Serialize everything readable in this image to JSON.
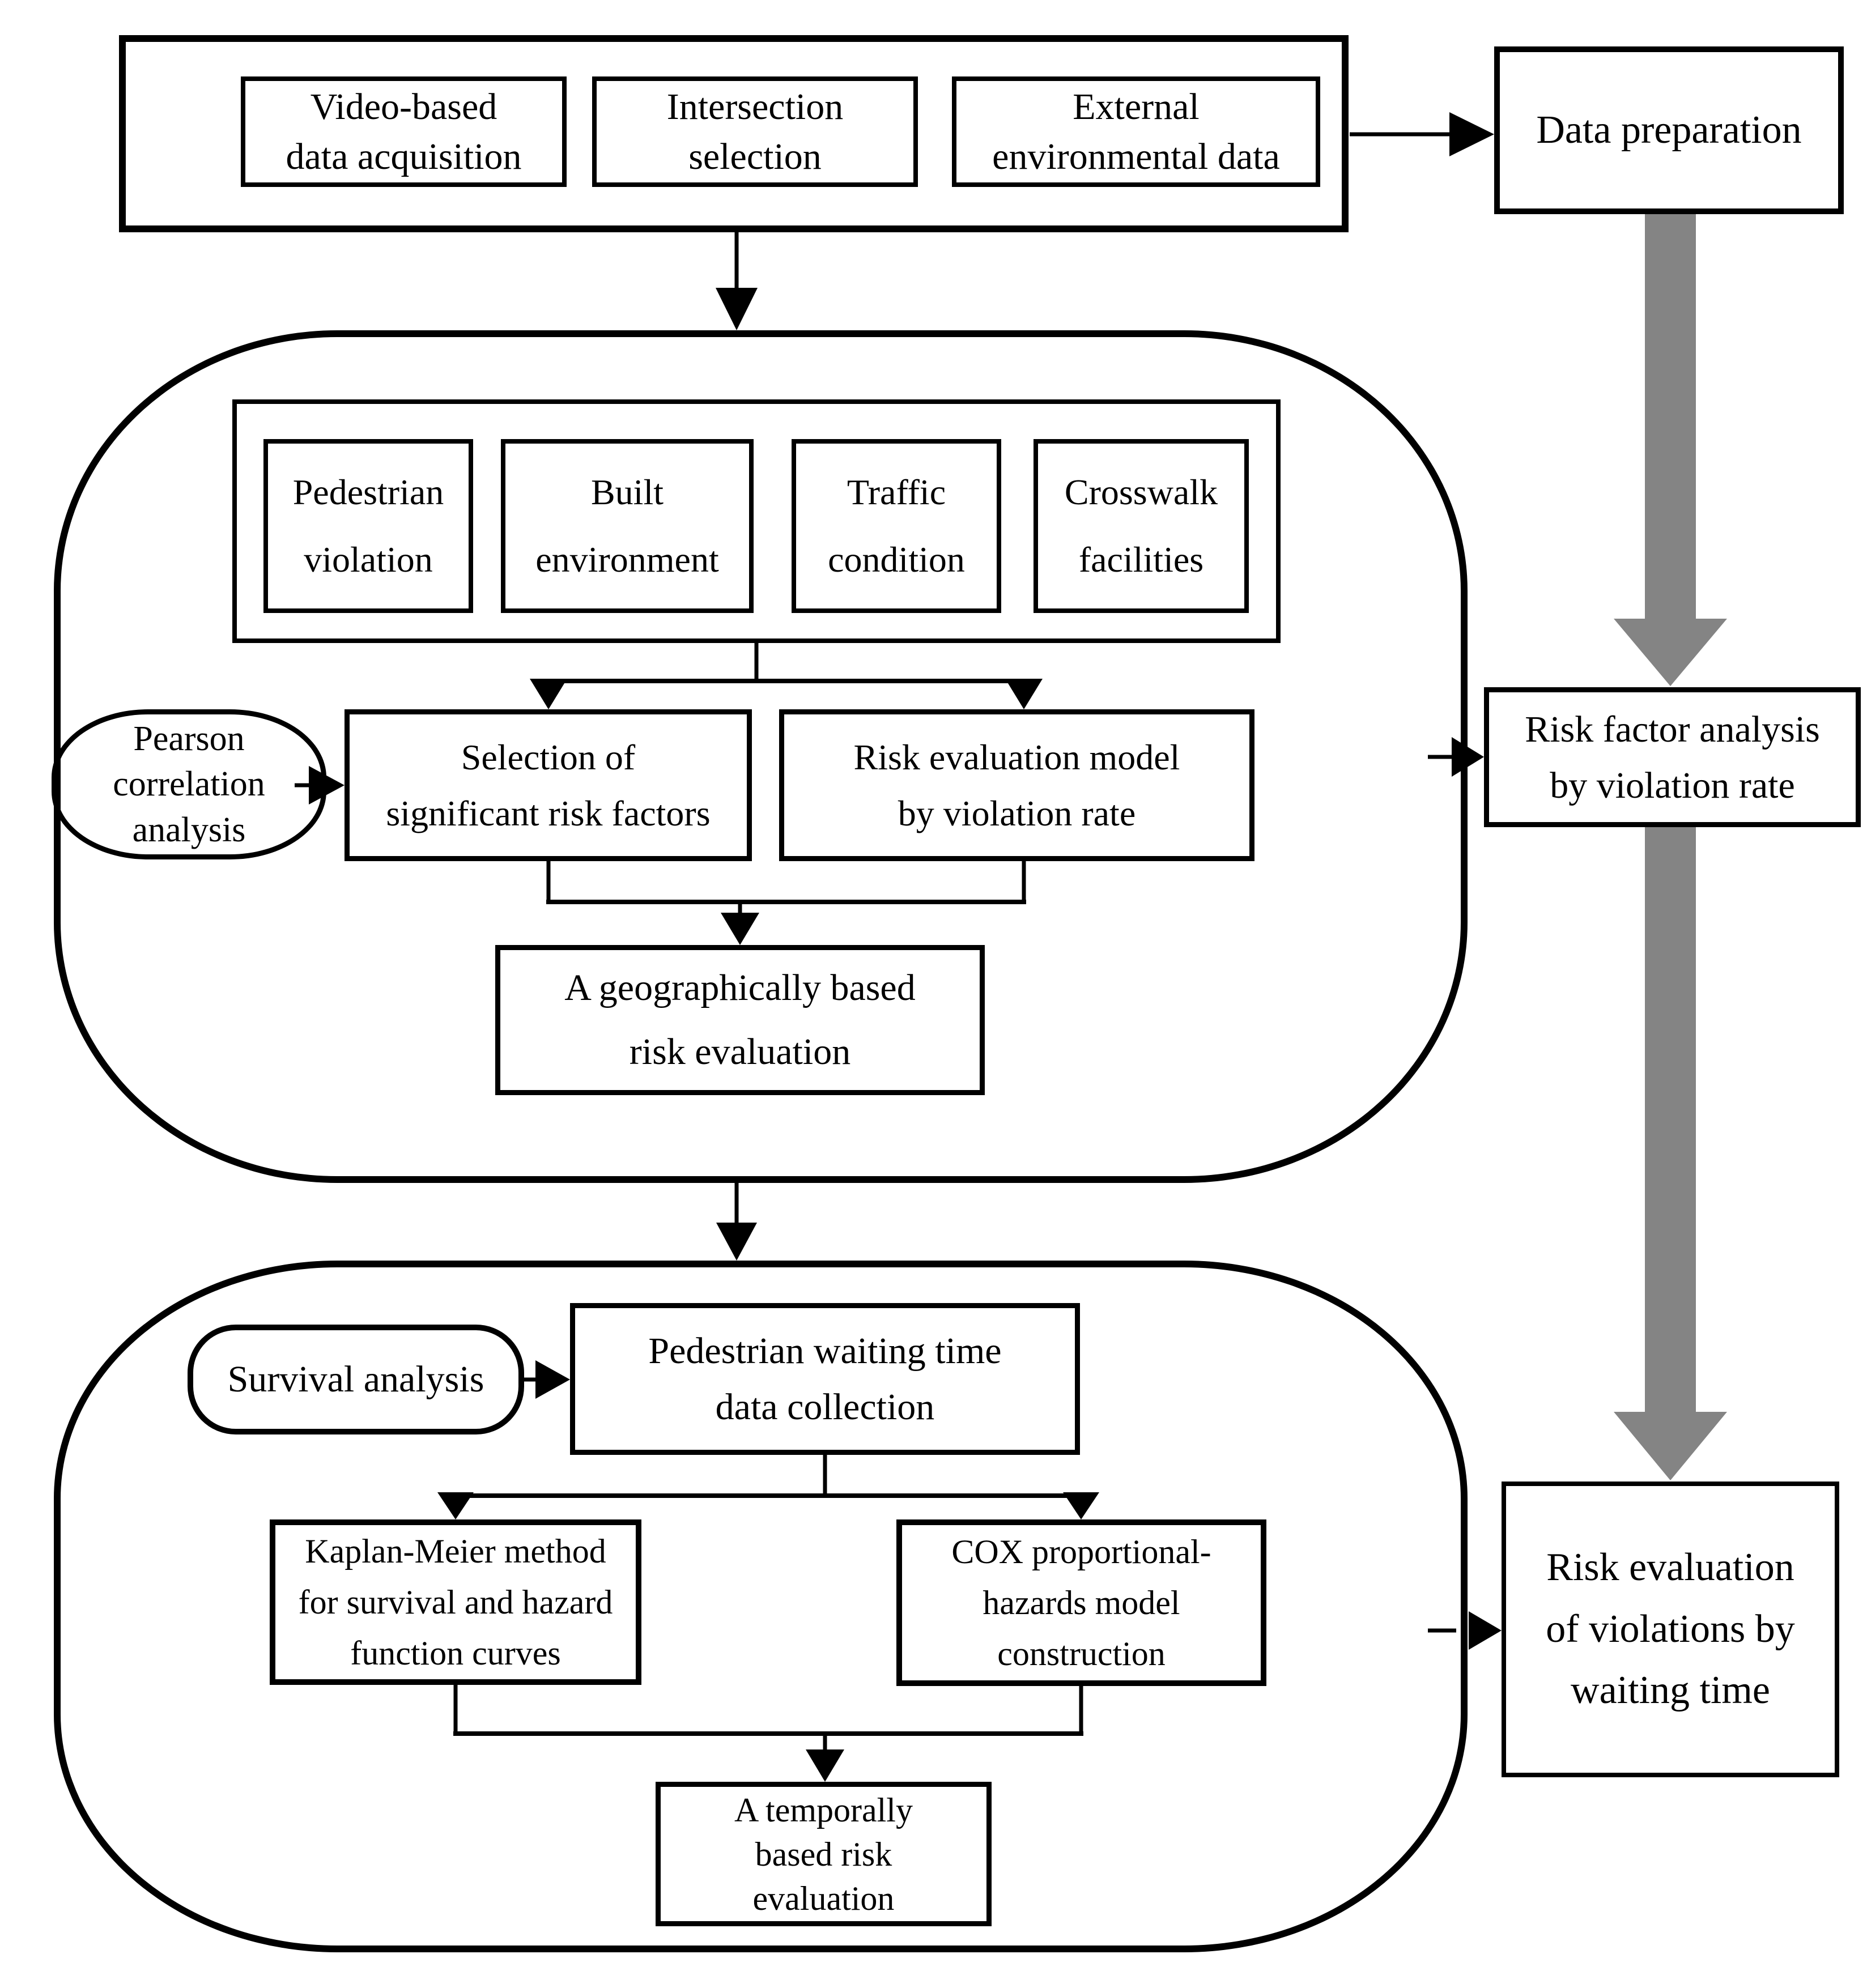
{
  "diagram": {
    "top_inputs": [
      "Video-based\ndata acquisition",
      "Intersection\nselection",
      "External\nenvironmental data"
    ],
    "right_column": {
      "data_preparation": "Data preparation",
      "risk_factor_analysis": "Risk factor analysis\nby violation rate",
      "risk_evaluation_by_waiting": "Risk evaluation\nof violations by\nwaiting time"
    },
    "stage1": {
      "factors": [
        "Pedestrian\nviolation",
        "Built\nenvironment",
        "Traffic\ncondition",
        "Crosswalk\nfacilities"
      ],
      "pearson": "Pearson\ncorrelation\nanalysis",
      "selection": "Selection of\nsignificant risk factors",
      "risk_model": "Risk evaluation model\nby violation rate",
      "geographic": "A geographically based\nrisk evaluation"
    },
    "stage2": {
      "survival": "Survival analysis",
      "waiting": "Pedestrian waiting time\ndata collection",
      "kaplan": "Kaplan-Meier method\nfor survival and hazard\nfunction curves",
      "cox": "COX proportional-\nhazards model\nconstruction",
      "temporal": "A temporally\nbased risk\nevaluation"
    },
    "colors": {
      "gray_arrow": "#848484",
      "stroke": "#000000"
    }
  }
}
